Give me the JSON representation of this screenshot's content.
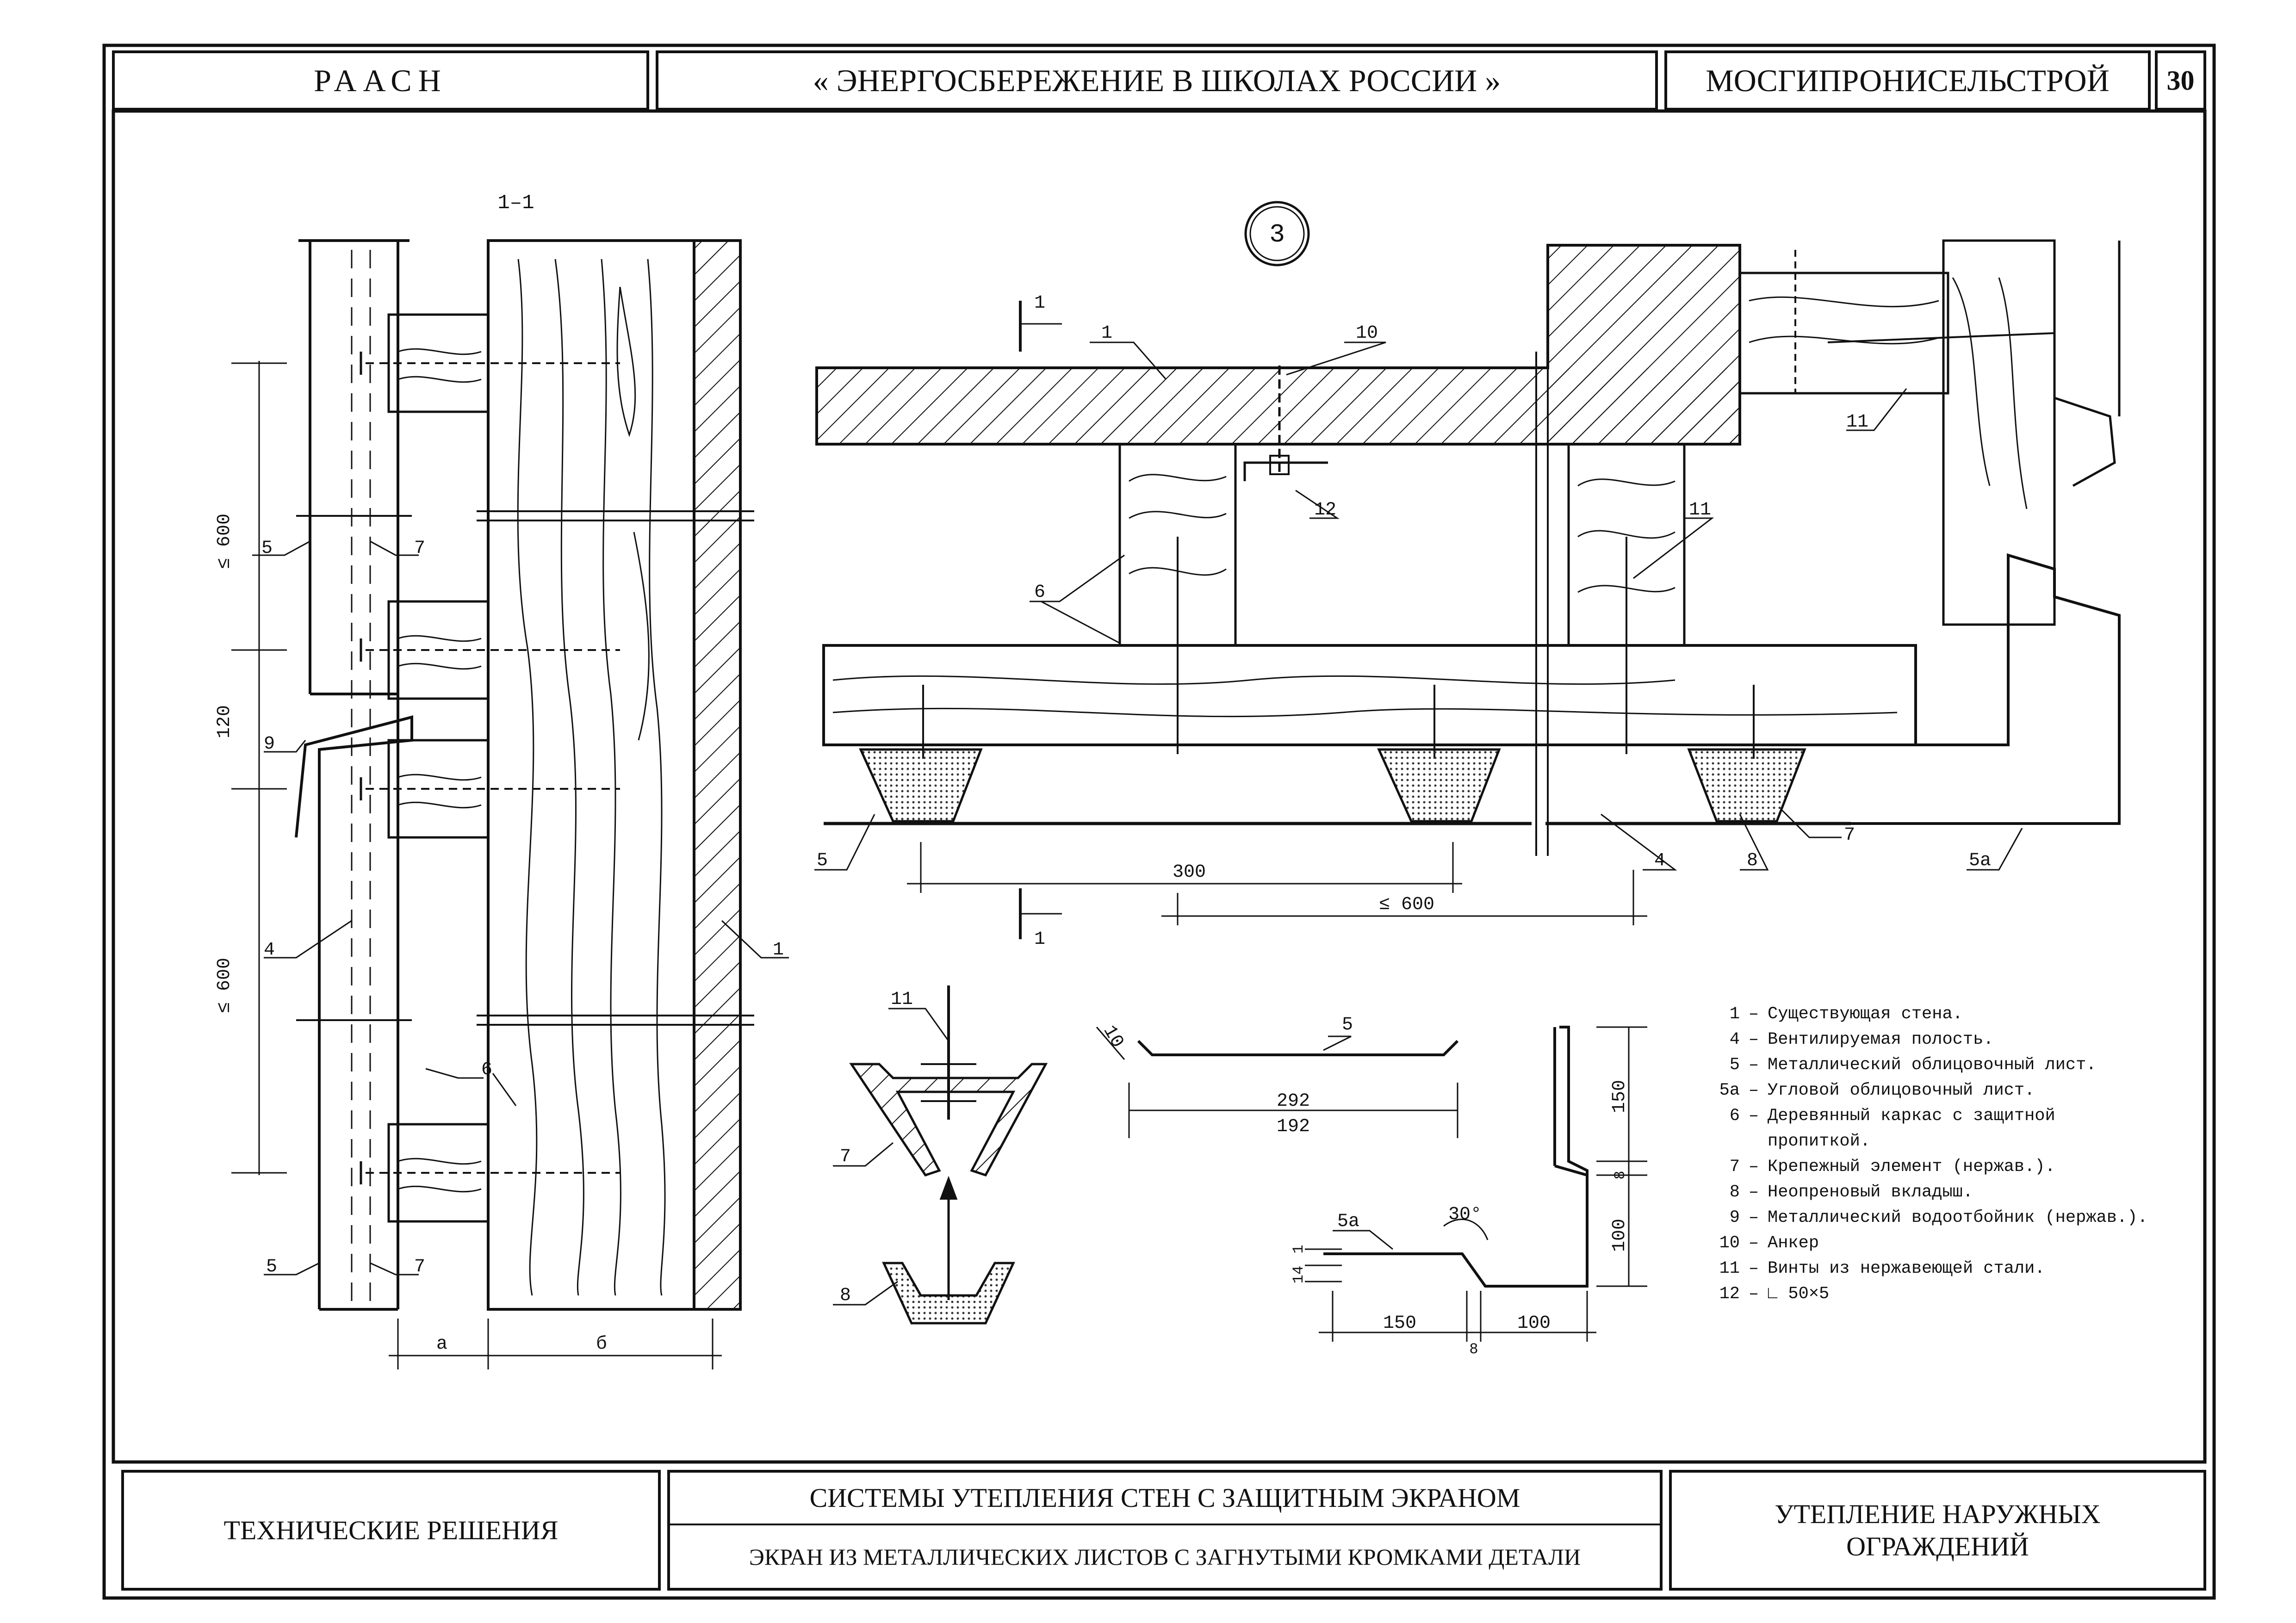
{
  "header": {
    "org_left": "РААСН",
    "title": "« ЭНЕРГОСБЕРЕЖЕНИЕ В ШКОЛАХ РОССИИ »",
    "org_right": "МОСГИПРОНИСЕЛЬСТРОЙ",
    "page_number": "30"
  },
  "footer": {
    "left": "ТЕХНИЧЕСКИЕ РЕШЕНИЯ",
    "center_top": "СИСТЕМЫ УТЕПЛЕНИЯ СТЕН С ЗАЩИТНЫМ ЭКРАНОМ",
    "center_bottom": "ЭКРАН ИЗ МЕТАЛЛИЧЕСКИХ ЛИСТОВ С ЗАГНУТЫМИ КРОМКАМИ  ДЕТАЛИ",
    "right": "УТЕПЛЕНИЕ НАРУЖНЫХ ОГРАЖДЕНИЙ"
  },
  "drawing": {
    "section_title": "1–1",
    "detail_number": "3",
    "section_marks": {
      "top": "1",
      "bottom": "1"
    },
    "callouts": {
      "c1": "1",
      "c4": "4",
      "c5": "5",
      "c5a": "5а",
      "c6": "6",
      "c7": "7",
      "c8": "8",
      "c9": "9",
      "c10": "10",
      "c11": "11",
      "c12": "12"
    },
    "dims": {
      "le600": "≤ 600",
      "d120": "120",
      "d300": "300",
      "a": "а",
      "b": "б",
      "d10": "10",
      "d292": "292",
      "d192": "192",
      "d150": "150",
      "d100": "100",
      "d8": "8",
      "d30": "30°",
      "d14": "14",
      "d1": "1"
    }
  },
  "legend": [
    {
      "num": "1",
      "text": "Существующая стена."
    },
    {
      "num": "4",
      "text": "Вентилируемая полость."
    },
    {
      "num": "5",
      "text": "Металлический облицовочный лист."
    },
    {
      "num": "5а",
      "text": "Угловой облицовочный лист."
    },
    {
      "num": "6",
      "text": "Деревянный каркас с защитной пропиткой."
    },
    {
      "num": "7",
      "text": "Крепежный элемент (нержав.)."
    },
    {
      "num": "8",
      "text": "Неопреновый вкладыш."
    },
    {
      "num": "9",
      "text": "Металлический водоотбойник (нержав.)."
    },
    {
      "num": "10",
      "text": "Анкер"
    },
    {
      "num": "11",
      "text": "Винты из нержавеющей стали."
    },
    {
      "num": "12",
      "text": "∟ 50×5"
    }
  ],
  "colors": {
    "ink": "#111111",
    "paper": "#ffffff",
    "insert_fill": "#d6d6d6"
  }
}
